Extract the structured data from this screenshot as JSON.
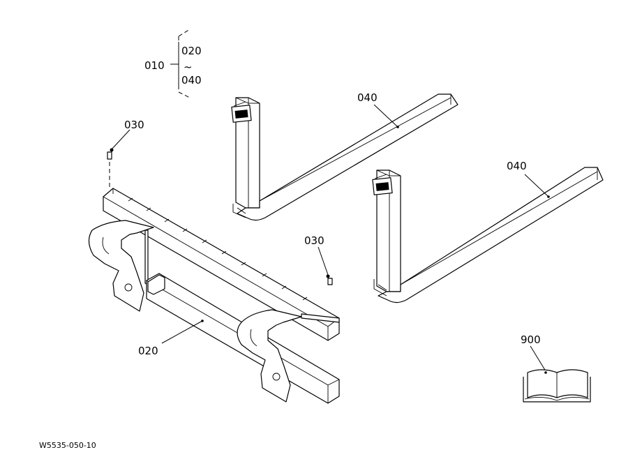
{
  "diagram": {
    "labels": {
      "assembly": "010",
      "range_start": "020",
      "range_sep": "~",
      "range_end": "040",
      "fork_right": "040",
      "fork_left": "040",
      "bolt_top": "030",
      "bolt_mid": "030",
      "carriage": "020",
      "manual": "900"
    },
    "drawing_code": "W5535-050-10"
  }
}
